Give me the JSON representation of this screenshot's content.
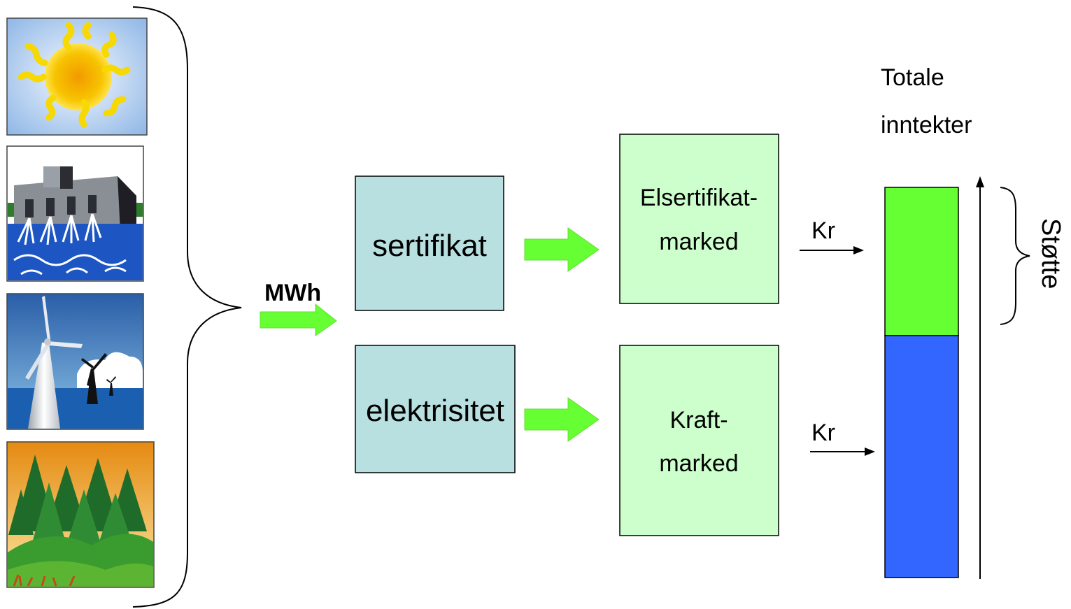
{
  "sources": [
    {
      "icon": "sun-icon"
    },
    {
      "icon": "hydropower-dam-icon"
    },
    {
      "icon": "wind-turbine-icon"
    },
    {
      "icon": "forest-biomass-icon"
    }
  ],
  "flow": {
    "input_label": "MWh",
    "products": {
      "certificate": "sertifikat",
      "electricity": "elektrisitet"
    },
    "markets": {
      "certificate_line1": "Elsertifikat-",
      "certificate_line2": "marked",
      "power_line1": "Kraft-",
      "power_line2": "marked"
    },
    "currency_label_top": "Kr",
    "currency_label_bottom": "Kr"
  },
  "revenue": {
    "title_line1": "Totale",
    "title_line2": "inntekter",
    "support_label": "Støtte"
  },
  "colors": {
    "arrow_green": "#66ff33",
    "product_box": "#b8e0e0",
    "market_box": "#ccffcc",
    "support_bar": "#66ff33",
    "power_bar": "#3366ff"
  }
}
